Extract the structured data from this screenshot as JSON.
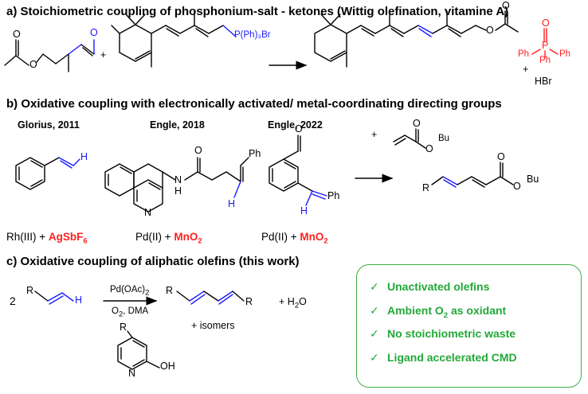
{
  "sections": {
    "a": {
      "heading": "a)  Stoichiometric coupling of phosphonium-salt - ketones (Wittig olefination, vitamine A)",
      "labels": {
        "aldehyde_o": "O",
        "ester_o": "O",
        "plus1": "+",
        "phosphonium": "P(Ph)₃Br",
        "ester_o2": "O",
        "plus2": "+",
        "oxide_o": "O",
        "oxide_p": "P",
        "ph_left": "Ph",
        "ph_mid": "Ph",
        "ph_right": "Ph",
        "hbr": "HBr"
      }
    },
    "b": {
      "heading": "b)  Oxidative coupling with electronically activated/ metal-coordinating directing groups",
      "authors": [
        "Glorius, 2011",
        "Engle, 2018",
        "Engle, 2022"
      ],
      "reagents": [
        {
          "metal": "Rh(III) + ",
          "oxidant": "AgSbF",
          "sub": "6"
        },
        {
          "metal": "Pd(II) + ",
          "oxidant": "MnO",
          "sub": "2"
        },
        {
          "metal": "Pd(II) + ",
          "oxidant": "MnO",
          "sub": "2"
        }
      ],
      "labels": {
        "h1": "H",
        "nh": "N",
        "nh_h": "H",
        "quin_n": "N",
        "amide_o": "O",
        "ph1": "Ph",
        "h2": "H",
        "cho_o": "O",
        "h3": "H",
        "ph2": "Ph",
        "plus": "+",
        "acr_o1": "O",
        "acr_o2": "O",
        "bu1": "Bu",
        "prod_r": "R",
        "prod_o1": "O",
        "prod_o2": "O",
        "bu2": "Bu"
      }
    },
    "c": {
      "heading": "c)  Oxidative coupling of aliphatic olefins (this work)",
      "labels": {
        "coef": "2",
        "r1": "R",
        "h": "H",
        "catalyst": "Pd(OAc)",
        "catalyst_sub": "2",
        "cond_o": "O",
        "cond_sub": "2",
        "cond_rest": ", DMA",
        "r2": "R",
        "r3": "R",
        "isomers": "+ isomers",
        "water": "+ H",
        "water_sub": "2",
        "water_o": "O",
        "lig_r": "R",
        "lig_n": "N",
        "lig_oh": "OH"
      },
      "features": [
        {
          "pre": "Unactivated olefins",
          "sub": "",
          "post": ""
        },
        {
          "pre": "Ambient O",
          "sub": "2",
          "post": " as oxidant"
        },
        {
          "pre": "No stoichiometric waste",
          "sub": "",
          "post": ""
        },
        {
          "pre": "Ligand accelerated CMD",
          "sub": "",
          "post": ""
        }
      ],
      "check": "✓"
    }
  },
  "colors": {
    "red": "#ff2020",
    "blue": "#1a1aff",
    "green": "#22a838"
  }
}
